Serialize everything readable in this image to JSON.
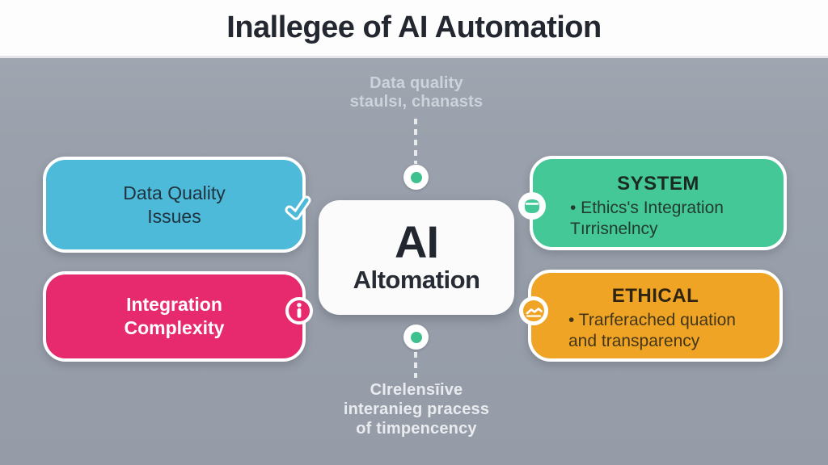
{
  "title": "Inallegee of AI Automation",
  "connector_labels": {
    "top": [
      "Data quality",
      "staulsı, chanasts"
    ],
    "bottom": [
      "CIrelensīive",
      "interanieg pracess",
      "of timpencency"
    ]
  },
  "center_box": {
    "primary": "AI",
    "secondary": "Altomation"
  },
  "left_boxes": [
    {
      "line1": "Data Quality",
      "line2": "Issues",
      "color": "#4cbad8",
      "icon": "check-icon"
    },
    {
      "line1": "Integration",
      "line2": "Complexity",
      "color": "#e62a6d",
      "icon": "info-icon"
    }
  ],
  "right_boxes": [
    {
      "heading": "SYSTEM",
      "body": "• Ethics's Integration Tırrisnelncy",
      "color": "#45c897",
      "icon": "database-icon"
    },
    {
      "heading": "ETHICAL",
      "body": "• Trarferached quation and transparency",
      "color": "#f0a425",
      "icon": "handshake-icon"
    }
  ],
  "colors": {
    "background": "#9aa1ac",
    "header_bg": "#fdfdfe",
    "title_text": "#23272f",
    "cyan": "#4cbad8",
    "pink": "#e62a6d",
    "green": "#45c897",
    "orange": "#f0a425",
    "node_dot": "#3ec08f",
    "top_label_text": "#ced3db",
    "bottom_label_text": "#e9ebef"
  }
}
